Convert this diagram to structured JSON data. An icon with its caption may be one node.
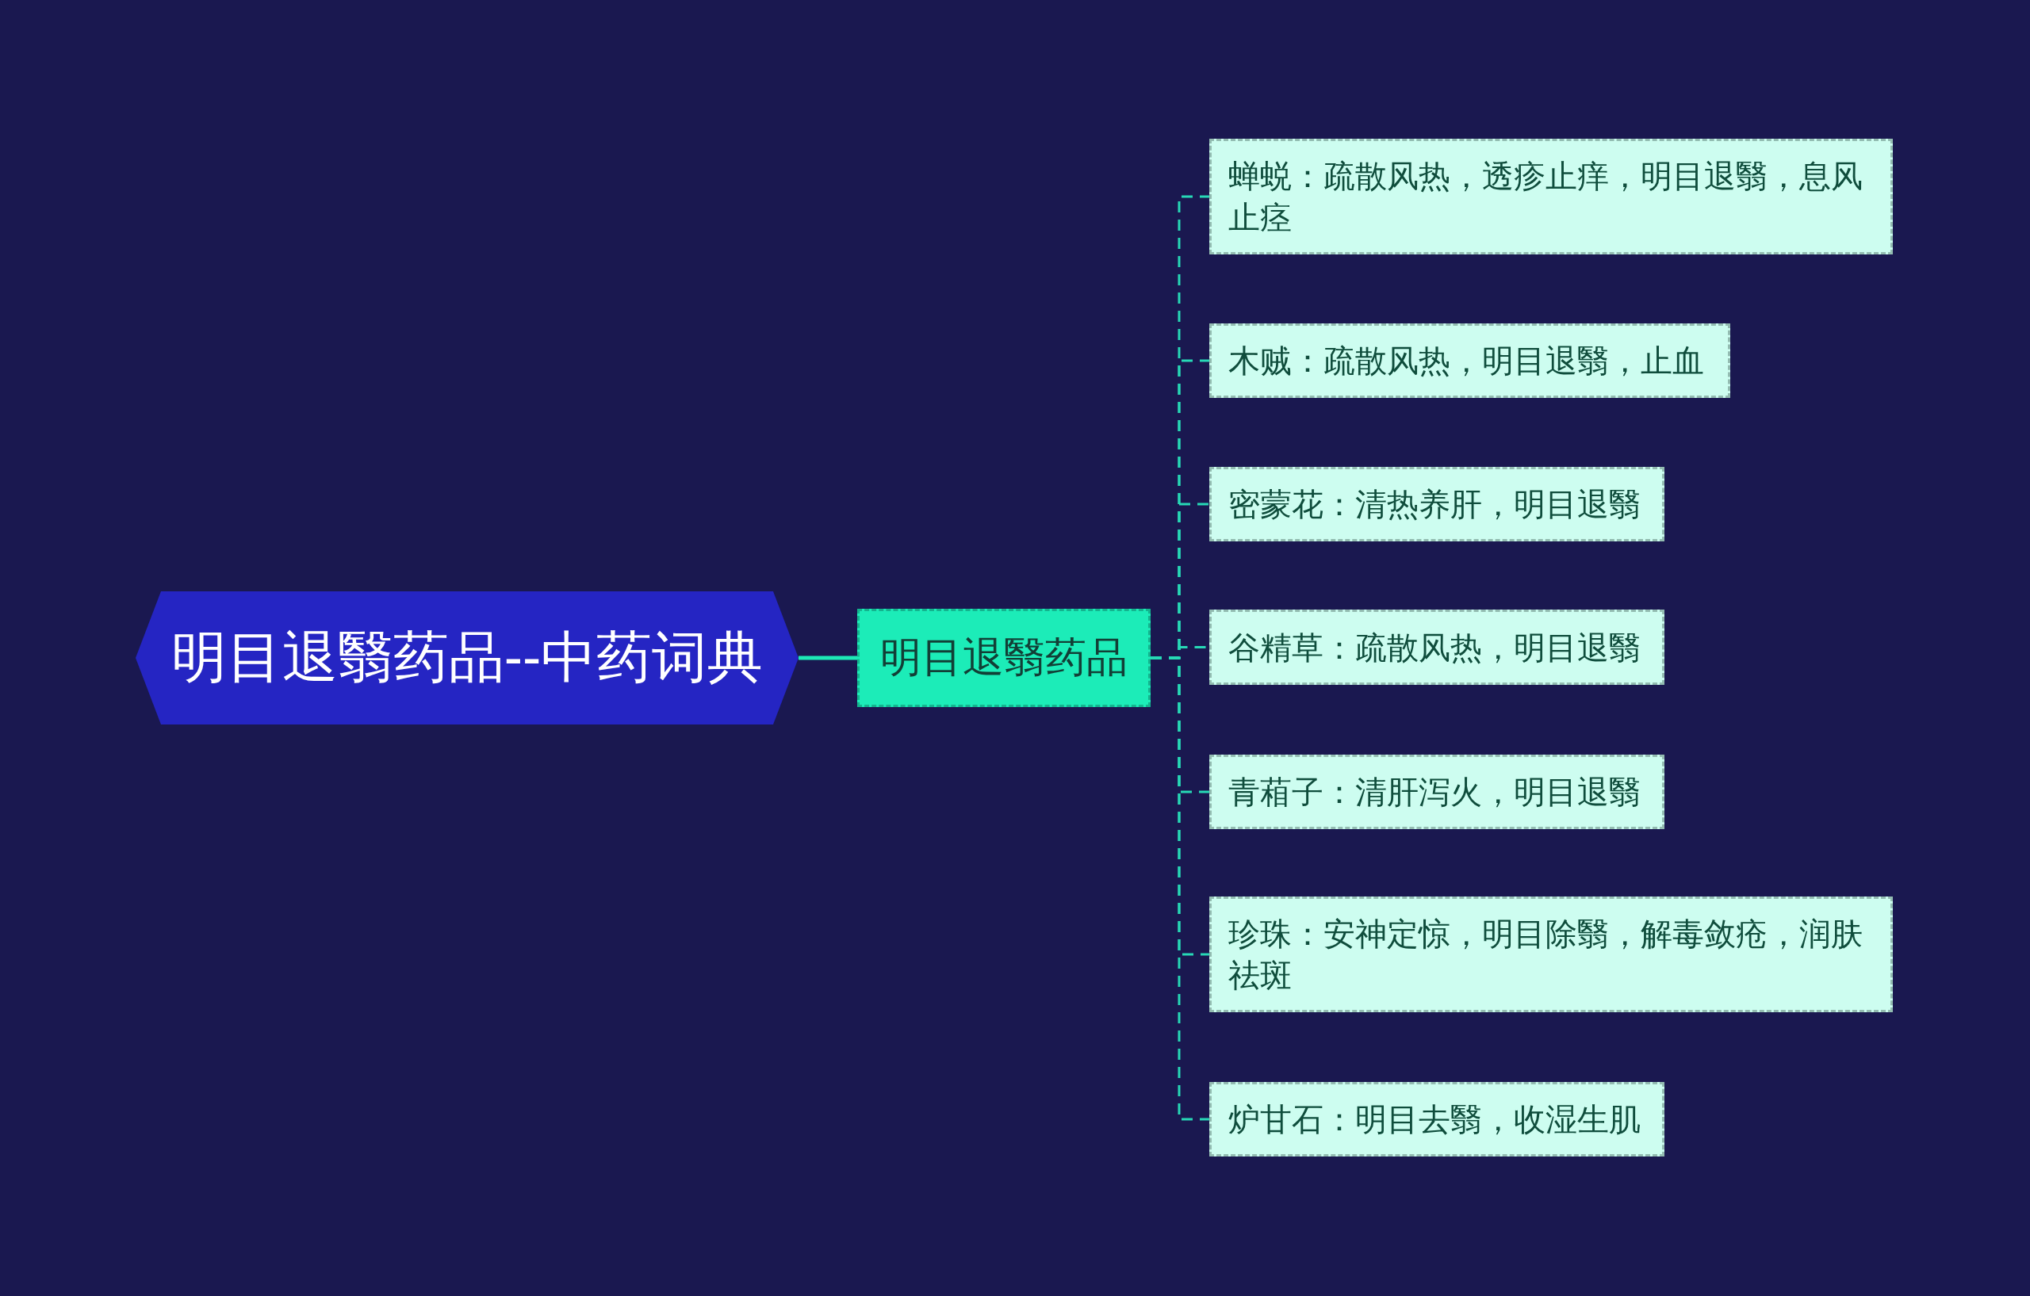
{
  "diagram": {
    "nodes": [
      {
        "text": [
          "明目退翳药品--中药词典"
        ]
      },
      {
        "text": [
          "明目退翳药品"
        ]
      },
      {
        "text": [
          "蝉蜕：疏散风热，透疹止痒，明目退翳，息风止痉"
        ]
      },
      {
        "text": [
          "木贼：疏散风热，明目退翳，止血"
        ]
      },
      {
        "text": [
          "密蒙花：清热养肝，明目退翳"
        ]
      },
      {
        "text": [
          "谷精草：疏散风热，明目退翳"
        ]
      },
      {
        "text": [
          "青葙子：清肝泻火，明目退翳"
        ]
      },
      {
        "text": [
          "珍珠：安神定惊，明目除翳，解毒敛疮，润肤祛斑"
        ]
      },
      {
        "text": [
          "炉甘石：明目去翳，收湿生肌"
        ]
      }
    ],
    "edges": [
      {
        "from": 0,
        "to": 1,
        "arrow": "none"
      },
      {
        "from": 1,
        "to": 2,
        "arrow": "none",
        "style": "dashed"
      },
      {
        "from": 1,
        "to": 3,
        "arrow": "none",
        "style": "dashed"
      },
      {
        "from": 1,
        "to": 4,
        "arrow": "none",
        "style": "dashed"
      },
      {
        "from": 1,
        "to": 5,
        "arrow": "none",
        "style": "dashed"
      },
      {
        "from": 1,
        "to": 6,
        "arrow": "none",
        "style": "dashed"
      },
      {
        "from": 1,
        "to": 7,
        "arrow": "none",
        "style": "dashed"
      },
      {
        "from": 1,
        "to": 8,
        "arrow": "none",
        "style": "dashed"
      }
    ]
  }
}
